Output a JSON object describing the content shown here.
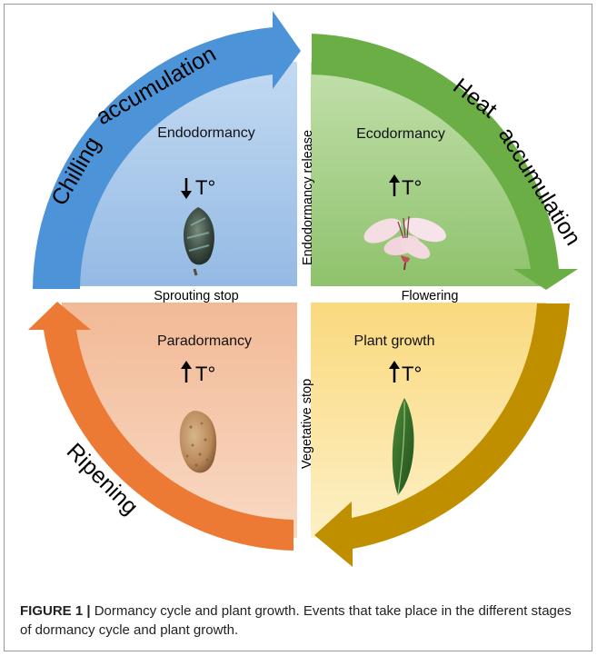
{
  "diagram": {
    "quadrants": {
      "endodormancy": "Endodormancy",
      "ecodormancy": "Ecodormancy",
      "paradormancy": "Paradormancy",
      "plant_growth": "Plant growth"
    },
    "temperature": {
      "down": "T°",
      "up": "T°"
    },
    "events": {
      "endodormancy_release": "Endodormancy release",
      "sprouting_stop": "Sprouting stop",
      "flowering": "Flowering",
      "vegetative_stop": "Vegetative stop"
    },
    "arrows": {
      "chilling": "Chilling accumulation",
      "heat": "Heat accumulation",
      "ripening": "Ripening"
    },
    "colors": {
      "blue_fill": "#a8c8ea",
      "blue_arrow": "#4a90d9",
      "green_fill": "#a9d08e",
      "green_arrow": "#6aae45",
      "orange_fill": "#f7c5a5",
      "orange_arrow": "#ec7a35",
      "yellow_fill": "#fce49c",
      "yellow_arrow": "#bf8f00"
    }
  },
  "caption": {
    "label": "FIGURE 1 |",
    "text": " Dormancy cycle and plant growth. Events that take place in the different stages of dormancy cycle and plant growth."
  }
}
